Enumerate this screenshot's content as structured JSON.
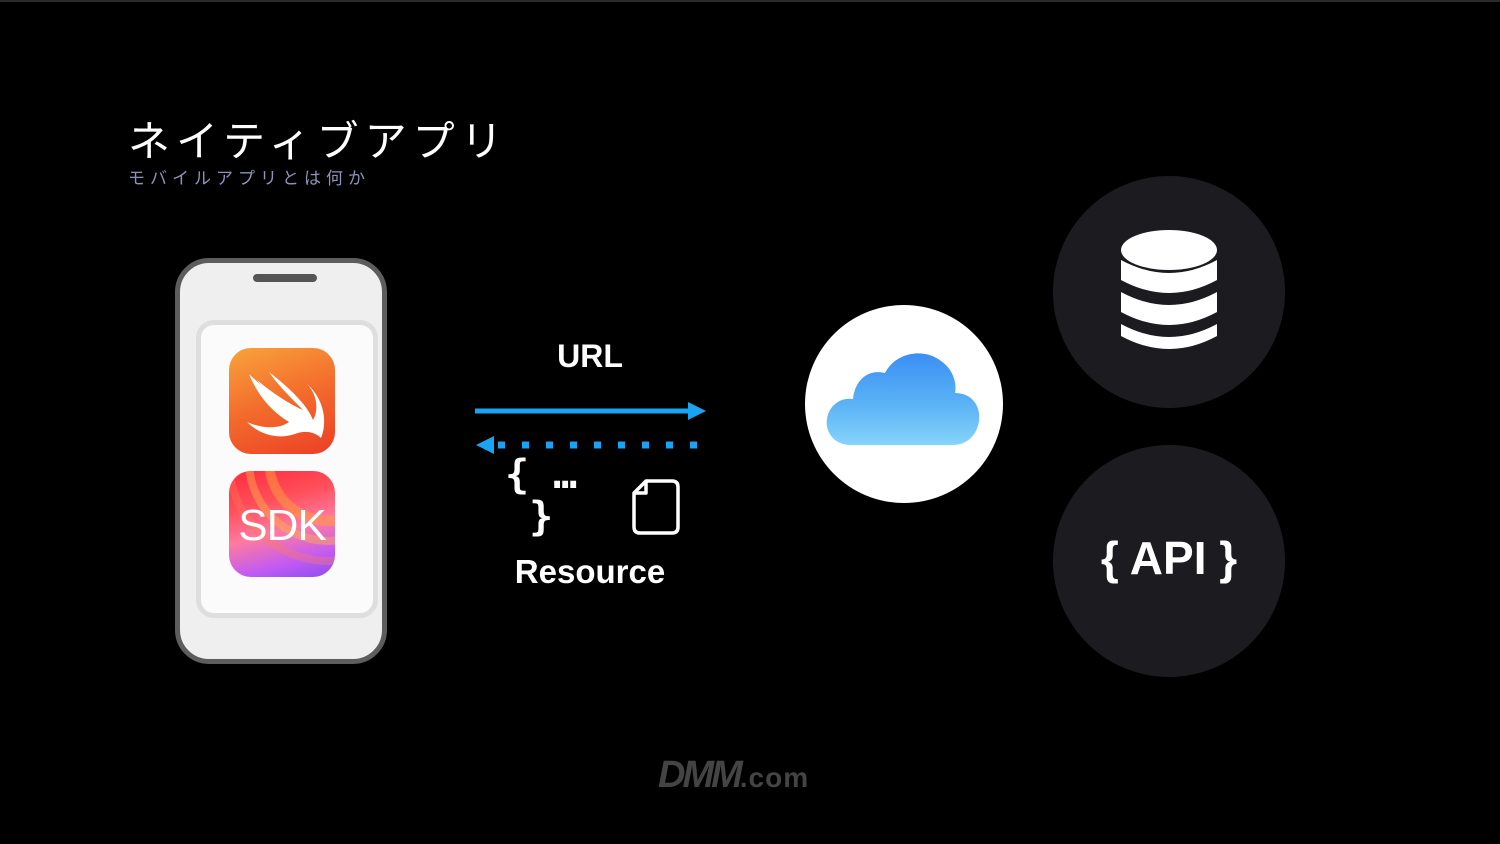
{
  "slide": {
    "title": "ネイティブアプリ",
    "subtitle": "モバイルアプリとは何か"
  },
  "phone": {
    "apps": [
      {
        "name": "swift-app-icon"
      },
      {
        "name": "sdk-app-icon",
        "label": "SDK"
      }
    ]
  },
  "flow": {
    "request_label": "URL",
    "response_label": "Resource",
    "json_snippet": "{ …\n }"
  },
  "backend": {
    "api_label": "{ API }"
  },
  "footer": {
    "logo_main": "DMM",
    "logo_suffix": ".com"
  },
  "colors": {
    "background": "#000000",
    "arrow": "#1aa3f0",
    "dark_circle": "#1c1b20",
    "subtitle": "#8e93b7"
  }
}
